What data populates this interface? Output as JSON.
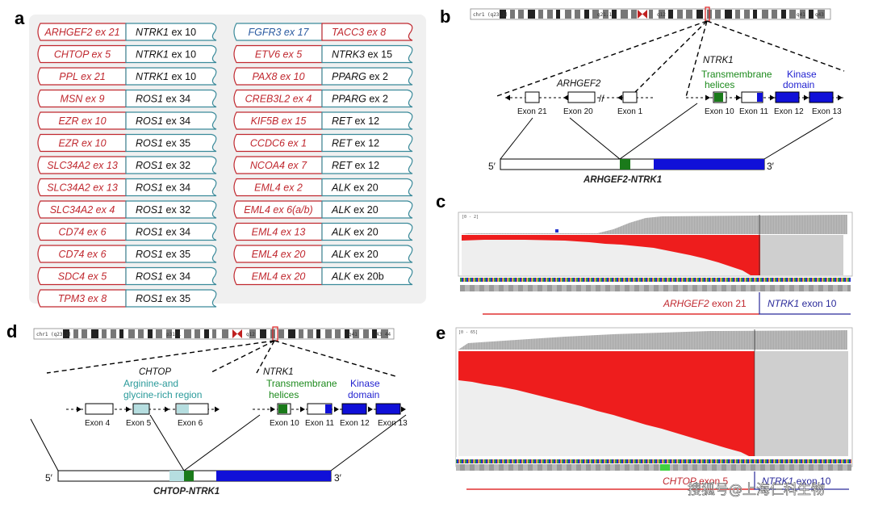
{
  "panels": {
    "a": "a",
    "b": "b",
    "c": "c",
    "d": "d",
    "e": "e"
  },
  "fusion_list": {
    "left_column": [
      {
        "five": "ARHGEF2 ex 21",
        "three_gene": "NTRK1",
        "three_ex": " ex 10"
      },
      {
        "five": "CHTOP ex 5",
        "three_gene": "NTRK1",
        "three_ex": " ex 10"
      },
      {
        "five": "PPL ex 21",
        "three_gene": "NTRK1",
        "three_ex": " ex 10"
      },
      {
        "five": "MSN ex 9",
        "three_gene": "ROS1",
        "three_ex": " ex 34"
      },
      {
        "five": "EZR ex 10",
        "three_gene": "ROS1",
        "three_ex": " ex 34"
      },
      {
        "five": "EZR ex 10",
        "three_gene": "ROS1",
        "three_ex": " ex 35"
      },
      {
        "five": "SLC34A2 ex 13",
        "three_gene": "ROS1",
        "three_ex": " ex 32"
      },
      {
        "five": "SLC34A2 ex 13",
        "three_gene": "ROS1",
        "three_ex": " ex 34"
      },
      {
        "five": "SLC34A2 ex 4",
        "three_gene": "ROS1",
        "three_ex": " ex 32"
      },
      {
        "five": "CD74 ex 6",
        "three_gene": "ROS1",
        "three_ex": " ex 34"
      },
      {
        "five": "CD74 ex 6",
        "three_gene": "ROS1",
        "three_ex": " ex 35"
      },
      {
        "five": "SDC4 ex 5",
        "three_gene": "ROS1",
        "three_ex": " ex 34"
      },
      {
        "five": "TPM3 ex 8",
        "three_gene": "ROS1",
        "three_ex": " ex 35"
      }
    ],
    "right_column": [
      {
        "five": "FGFR3 ex 17",
        "three_gene": "TACC3",
        "three_ex": " ex 8",
        "special": true
      },
      {
        "five": "ETV6 ex 5",
        "three_gene": "NTRK3",
        "three_ex": " ex 15"
      },
      {
        "five": "PAX8 ex 10",
        "three_gene": "PPARG",
        "three_ex": " ex 2"
      },
      {
        "five": "CREB3L2 ex 4",
        "three_gene": "PPARG",
        "three_ex": " ex 2"
      },
      {
        "five": "KIF5B ex 15",
        "three_gene": "RET",
        "three_ex": " ex 12"
      },
      {
        "five": "CCDC6 ex 1",
        "three_gene": "RET",
        "three_ex": " ex 12"
      },
      {
        "five": "NCOA4 ex 7",
        "three_gene": "RET",
        "three_ex": " ex 12"
      },
      {
        "five": "EML4 ex 2",
        "three_gene": "ALK",
        "three_ex": " ex 20"
      },
      {
        "five": "EML4 ex 6(a/b)",
        "three_gene": "ALK",
        "three_ex": " ex 20"
      },
      {
        "five": "EML4 ex 13",
        "three_gene": "ALK",
        "three_ex": " ex 20"
      },
      {
        "five": "EML4 ex 20",
        "three_gene": "ALK",
        "three_ex": " ex 20"
      },
      {
        "five": "EML4 ex 20",
        "three_gene": "ALK",
        "three_ex": " ex 20b"
      }
    ]
  },
  "panel_b": {
    "chrom_label": "chr1 (q23.1)",
    "band_q12": "q12",
    "band_q21": "q21.1",
    "band_q41": "q41",
    "band_q43": "q43",
    "gene5": "ARHGEF2",
    "gene3": "NTRK1",
    "tm_line1": "Transmembrane",
    "tm_line2": "helices",
    "kd_line1": "Kinase",
    "kd_line2": "domain",
    "exons5": [
      "Exon 21",
      "Exon 20",
      "Exon 1"
    ],
    "exons3": [
      "Exon 10",
      "Exon 11",
      "Exon 12",
      "Exon 13"
    ],
    "break_mark": "//",
    "five_prime": "5′",
    "three_prime": "3′",
    "fusion_name": "ARHGEF2-NTRK1"
  },
  "panel_c": {
    "scale": "[0 - 2]",
    "label_red_gene": "ARHGEF2",
    "label_red_exon": " exon 21",
    "label_blue_gene": "NTRK1",
    "label_blue_exon": " exon 10"
  },
  "panel_d": {
    "chrom_label": "chr1 (q23.1)",
    "band_p31": "p31.1",
    "band_q12": "q12",
    "band_q41": "q41",
    "band_q43": "43 44",
    "gene5": "CHTOP",
    "ar_line1": "Arginine-and",
    "ar_line2": "glycine-rich region",
    "gene3": "NTRK1",
    "tm_line1": "Transmembrane",
    "tm_line2": "helices",
    "kd_line1": "Kinase",
    "kd_line2": "domain",
    "exons5": [
      "Exon 4",
      "Exon 5",
      "Exon 6"
    ],
    "exons3": [
      "Exon 10",
      "Exon 11",
      "Exon 12",
      "Exon 13"
    ],
    "five_prime": "5′",
    "three_prime": "3′",
    "fusion_name": "CHTOP-NTRK1"
  },
  "panel_e": {
    "scale": "[0 - 65]",
    "label_red_gene": "CHTOP",
    "label_red_exon": " exon 5",
    "label_blue_gene": "NTRK1",
    "label_blue_exon": " exon 10"
  },
  "watermark": "搜狐号@上海仨科生物",
  "colors": {
    "red": "#c0282f",
    "teal": "#3a8a9a",
    "green": "#1a7a1a",
    "blue": "#1010d8",
    "lightblue": "#b6dee0",
    "readred": "#ee1d1d",
    "grey": "#cfcfcf"
  }
}
